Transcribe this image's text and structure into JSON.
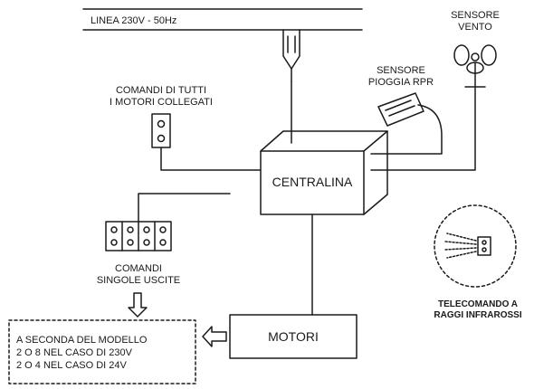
{
  "line_label": "LINEA 230V - 50Hz",
  "wind_sensor": {
    "line1": "SENSORE",
    "line2": "VENTO"
  },
  "rain_sensor": {
    "line1": "SENSORE",
    "line2": "PIOGGIA RPR"
  },
  "all_motors_commands": {
    "line1": "COMANDI DI TUTTI",
    "line2": "I MOTORI COLLEGATI"
  },
  "control_unit_label": "CENTRALINA",
  "single_outputs": {
    "line1": "COMANDI",
    "line2": "SINGOLE USCITE"
  },
  "motors_label": "MOTORI",
  "remote": {
    "line1": "TELECOMANDO A",
    "line2": "RAGGI INFRAROSSI"
  },
  "model_note": {
    "line1": "A SECONDA DEL MODELLO",
    "line2": "2 O 8 NEL CASO DI 230V",
    "line3": "2 O 4 NEL CASO DI 24V"
  }
}
